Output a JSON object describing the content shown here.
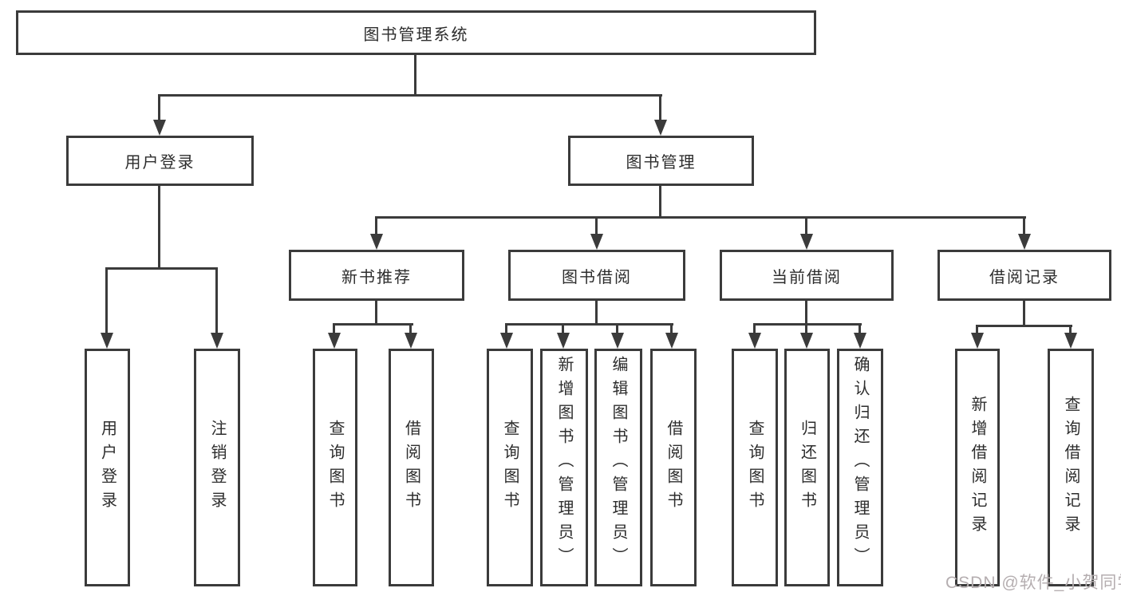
{
  "tree": {
    "root": {
      "label": "图书管理系统"
    },
    "branches": [
      {
        "label": "用户登录",
        "children": [
          "用户登录",
          "注销登录"
        ]
      },
      {
        "label": "图书管理",
        "sections": [
          {
            "label": "新书推荐",
            "children": [
              "查询图书",
              "借阅图书"
            ]
          },
          {
            "label": "图书借阅",
            "children": [
              "查询图书",
              "新增图书（管理员）",
              "编辑图书（管理员）",
              "借阅图书"
            ]
          },
          {
            "label": "当前借阅",
            "children": [
              "查询图书",
              "归还图书",
              "确认归还（管理员）"
            ]
          },
          {
            "label": "借阅记录",
            "children": [
              "新增借阅记录",
              "查询借阅记录"
            ]
          }
        ]
      }
    ]
  },
  "watermark": "CSDN @软件_小贺同学",
  "colors": {
    "line": "#3b3b3b",
    "text": "#2d2d2d",
    "background": "#ffffff",
    "watermark": "#b5aeb0"
  }
}
